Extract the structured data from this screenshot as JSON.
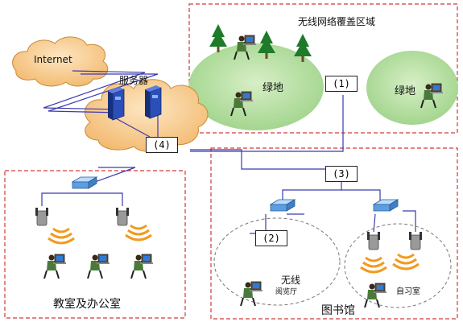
{
  "labels": {
    "internet": "Internet",
    "server": "服务器",
    "wireless_area": "无线网络覆盖区域",
    "green1": "绿地",
    "green2": "绿地",
    "classroom": "教室及办公室",
    "library": "图书馆",
    "reading_line1": "无线",
    "reading_line2": "阅览厅",
    "study_room": "自习室"
  },
  "boxes": {
    "b1": "(1)",
    "b2": "(2)",
    "b3": "(3)",
    "b4": "(4)"
  },
  "colors": {
    "cloud": "#f6c98a",
    "cloud_edge": "#c98a3a",
    "grass": "#b9dfa3",
    "dashed_red": "#d03a3a",
    "link": "#3a3ab0",
    "switch": "#6aa8e0",
    "tree": "#1f7a2a"
  }
}
